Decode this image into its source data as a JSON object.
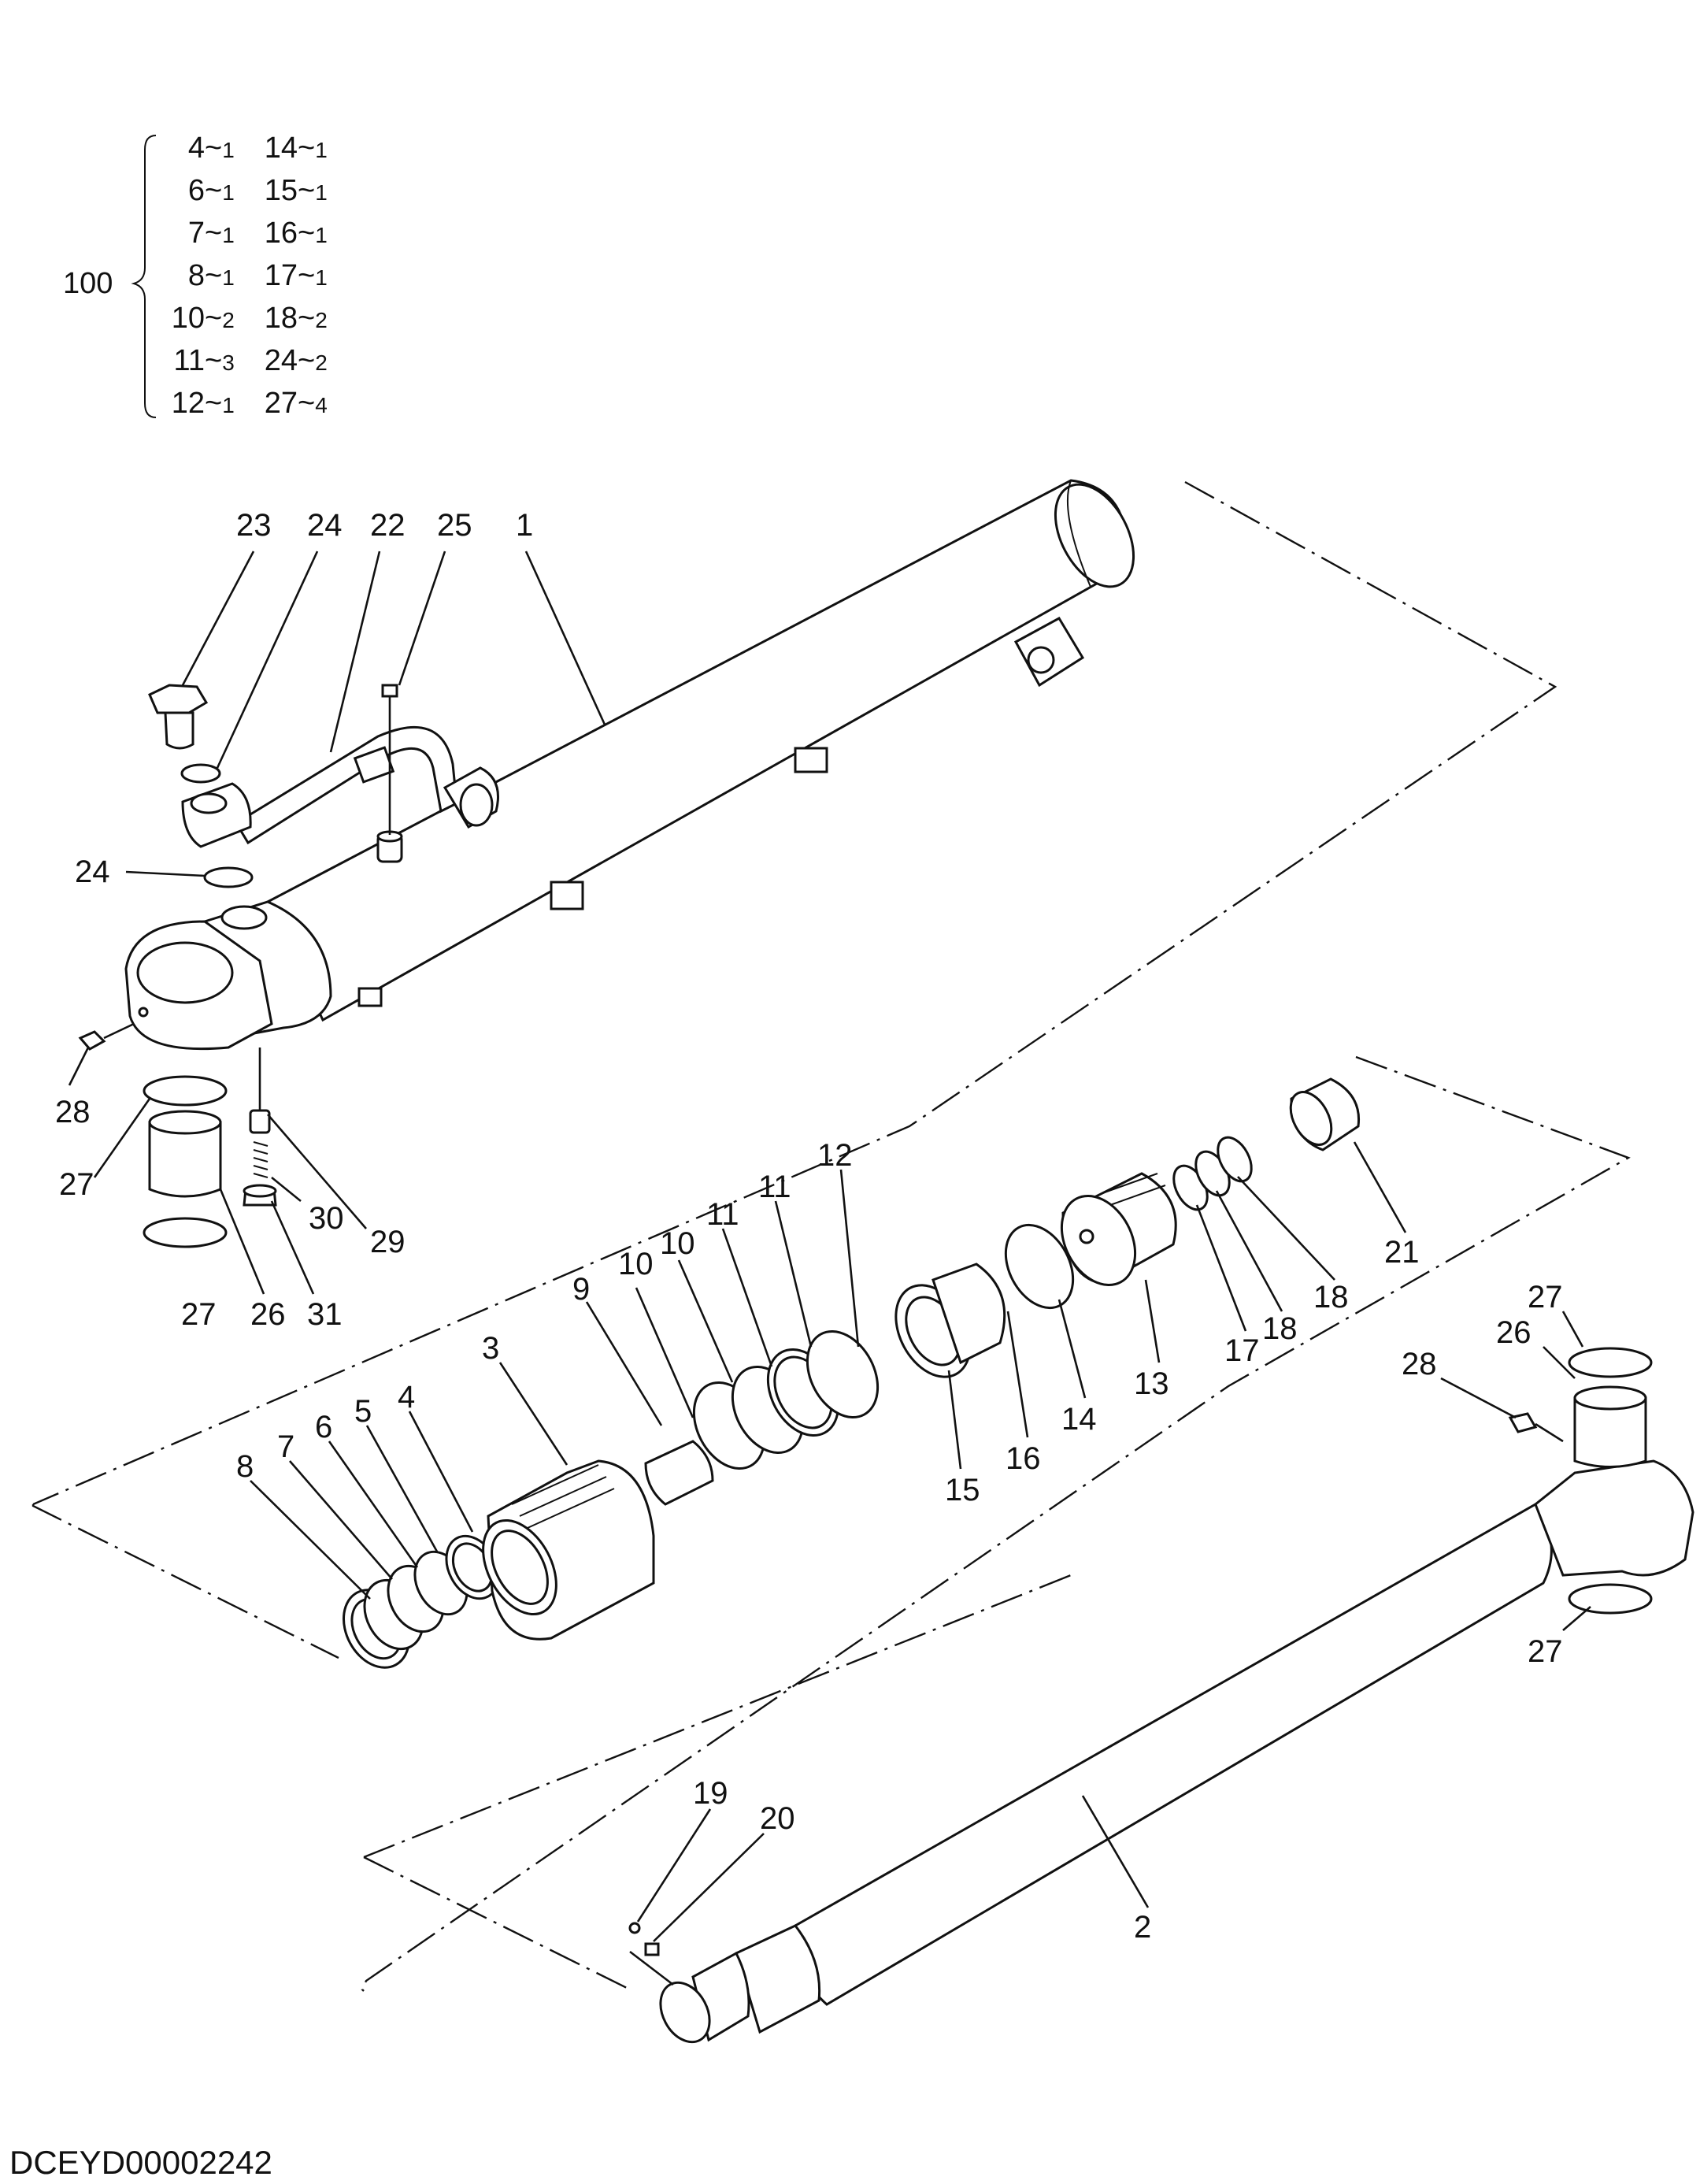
{
  "kit": {
    "label": "100",
    "items_left": [
      {
        "part": "4",
        "qty": "1"
      },
      {
        "part": "6",
        "qty": "1"
      },
      {
        "part": "7",
        "qty": "1"
      },
      {
        "part": "8",
        "qty": "1"
      },
      {
        "part": "10",
        "qty": "2"
      },
      {
        "part": "11",
        "qty": "3"
      },
      {
        "part": "12",
        "qty": "1"
      }
    ],
    "items_right": [
      {
        "part": "14",
        "qty": "1"
      },
      {
        "part": "15",
        "qty": "1"
      },
      {
        "part": "16",
        "qty": "1"
      },
      {
        "part": "17",
        "qty": "1"
      },
      {
        "part": "18",
        "qty": "2"
      },
      {
        "part": "24",
        "qty": "2"
      },
      {
        "part": "27",
        "qty": "4"
      }
    ]
  },
  "callouts": {
    "c23": "23",
    "c24a": "24",
    "c22": "22",
    "c25": "25",
    "c1": "1",
    "c24b": "24",
    "c28a": "28",
    "c27a": "27",
    "c30": "30",
    "c29": "29",
    "c27b": "27",
    "c26a": "26",
    "c31": "31",
    "c12": "12",
    "c11a": "11",
    "c11b": "11",
    "c10a": "10",
    "c10b": "10",
    "c9": "9",
    "c3": "3",
    "c4": "4",
    "c5": "5",
    "c6": "6",
    "c7": "7",
    "c8": "8",
    "c15": "15",
    "c16": "16",
    "c14": "14",
    "c13": "13",
    "c17": "17",
    "c18a": "18",
    "c18b": "18",
    "c21": "21",
    "c27c": "27",
    "c26b": "26",
    "c28b": "28",
    "c27d": "27",
    "c19": "19",
    "c20": "20",
    "c2": "2"
  },
  "drawing_code": "DCEYD00002242"
}
